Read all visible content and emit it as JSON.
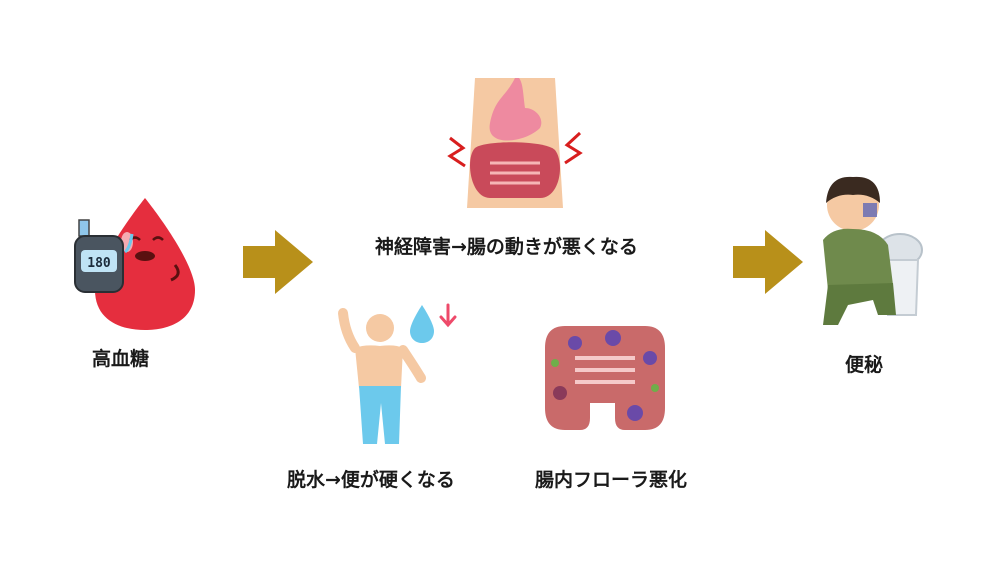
{
  "nodes": {
    "high_blood_sugar": {
      "label": "高血糖",
      "meter_reading": "180"
    },
    "nerve": {
      "label": "神経障害→腸の動きが悪くなる"
    },
    "dehydration": {
      "label": "脱水→便が硬くなる"
    },
    "flora": {
      "label": "腸内フローラ悪化"
    },
    "constipation": {
      "label": "便秘"
    }
  },
  "colors": {
    "arrow": "#B8901A",
    "blood_drop": "#E52E3E",
    "water_drop": "#6CC9EC",
    "skin": "#F5C9A3",
    "pants": "#6CC9EC",
    "intestine": "#C96A6A",
    "shirt": "#6F8A4C"
  },
  "icons": [
    "blood-drop-icon",
    "glucose-meter-icon",
    "stomach-intestine-icon",
    "person-icon",
    "water-drop-icon",
    "intestine-bacteria-icon",
    "toilet-person-icon"
  ]
}
